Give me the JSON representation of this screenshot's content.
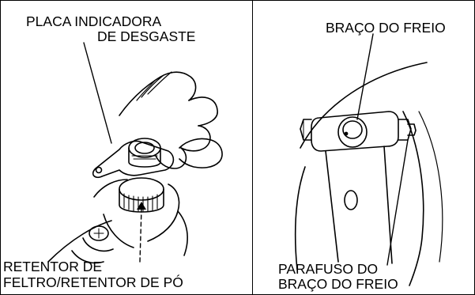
{
  "left_panel": {
    "label_top_line1": "PLACA INDICADORA",
    "label_top_line2": "DE DESGASTE",
    "label_bottom_line1": "RETENTOR DE",
    "label_bottom_line2": "FELTRO/RETENTOR DE PÓ"
  },
  "right_panel": {
    "label_top": "BRAÇO DO FREIO",
    "label_bottom_line1": "PARAFUSO DO",
    "label_bottom_line2": "BRAÇO DO FREIO"
  }
}
